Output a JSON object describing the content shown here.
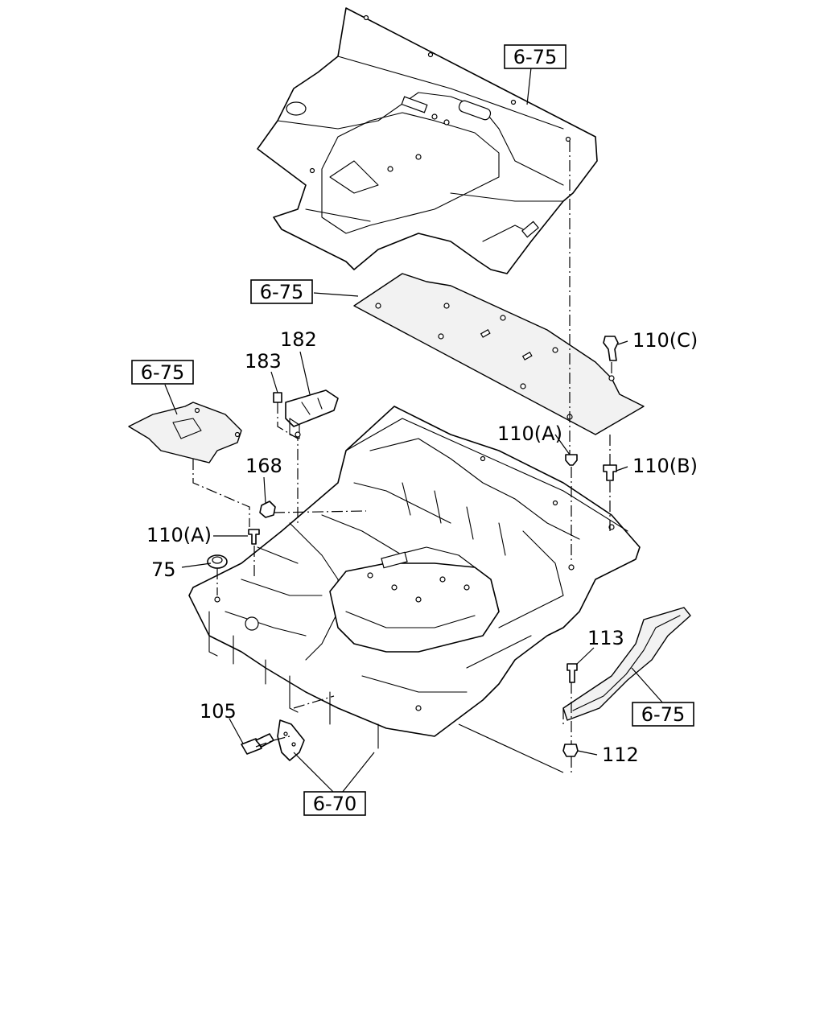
{
  "diagram": {
    "references": [
      {
        "id": "ref-top",
        "text": "6-75"
      },
      {
        "id": "ref-insulator",
        "text": "6-75"
      },
      {
        "id": "ref-left-panel",
        "text": "6-75"
      },
      {
        "id": "ref-step",
        "text": "6-75"
      },
      {
        "id": "ref-bracket",
        "text": "6-70"
      }
    ],
    "callouts": [
      {
        "id": "p182",
        "text": "182"
      },
      {
        "id": "p183",
        "text": "183"
      },
      {
        "id": "p168",
        "text": "168"
      },
      {
        "id": "p110a-left",
        "text": "110(A)"
      },
      {
        "id": "p75",
        "text": "75"
      },
      {
        "id": "p110c",
        "text": "110(C)"
      },
      {
        "id": "p110a-right",
        "text": "110(A)"
      },
      {
        "id": "p110b",
        "text": "110(B)"
      },
      {
        "id": "p113",
        "text": "113"
      },
      {
        "id": "p112",
        "text": "112"
      },
      {
        "id": "p105",
        "text": "105"
      }
    ]
  }
}
